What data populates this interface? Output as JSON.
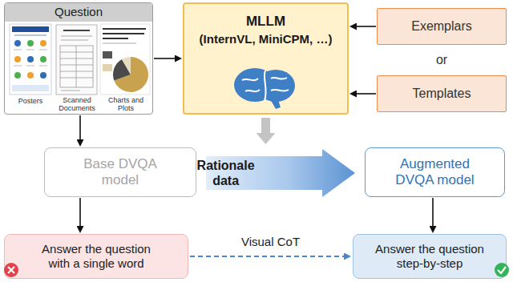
{
  "diagram": {
    "nodes": [
      {
        "text": [
          "Question"
        ]
      },
      {
        "text": [
          "MLLM",
          "(InternVL, MiniCPM, …)"
        ]
      },
      {
        "text": [
          "Exemplars"
        ]
      },
      {
        "text": [
          "Templates"
        ]
      },
      {
        "text": [
          "Base DVQA model"
        ]
      },
      {
        "text": [
          "Rationale data"
        ]
      },
      {
        "text": [
          "Augmented DVQA model"
        ]
      },
      {
        "text": [
          "Answer the question with a single word"
        ]
      },
      {
        "text": [
          "Answer the question step-by-step"
        ]
      }
    ],
    "edges": [
      {
        "from": 0,
        "to": 1,
        "arrow": "to"
      },
      {
        "from": 2,
        "to": 1,
        "arrow": "to"
      },
      {
        "from": 3,
        "to": 1,
        "arrow": "to"
      },
      {
        "from": 1,
        "to": 5,
        "arrow": "to"
      },
      {
        "from": 0,
        "to": 4,
        "arrow": "to"
      },
      {
        "from": 4,
        "to": 7,
        "arrow": "to"
      },
      {
        "from": 6,
        "to": 8,
        "arrow": "to"
      },
      {
        "from": 7,
        "to": 8,
        "arrow": "to",
        "label": "Visual CoT"
      }
    ],
    "labels": [
      "Posters",
      "Scanned Documents",
      "Charts and Plots",
      "or"
    ]
  }
}
